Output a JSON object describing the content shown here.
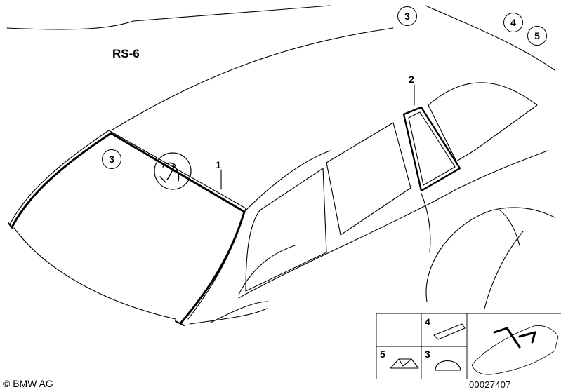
{
  "diagram": {
    "title": "RS-6",
    "part_labels": {
      "p1": "1",
      "p2": "2"
    },
    "circle_labels": {
      "c3_top": "3",
      "c4": "4",
      "c5": "5",
      "c3_windshield": "3"
    },
    "legend": {
      "item4": "4",
      "item5": "5",
      "item3": "3"
    },
    "copyright": "© BMW AG",
    "reference_number": "00027407"
  }
}
